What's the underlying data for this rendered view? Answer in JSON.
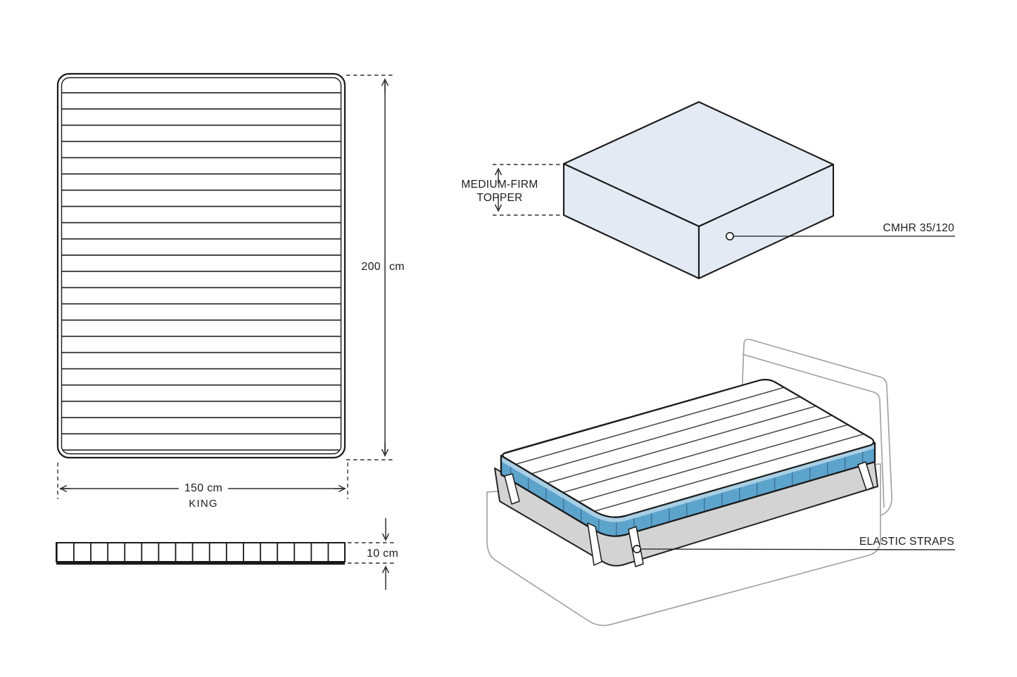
{
  "theme": {
    "line": "#1a1a1a",
    "dim": "#2f2f2f",
    "iso-fill": "#e3eaf4",
    "band-blue": "#5da4cd",
    "band-light": "#a9cfe4",
    "band-tick": "#2b5876",
    "mattress": "#d3d3d3",
    "frame": "#9e9e9e",
    "paper": "#ffffff"
  },
  "top_view": {
    "height_value": "200",
    "height_unit": "cm",
    "width_label": "150 cm",
    "size_label": "KING"
  },
  "side_view": {
    "thickness_label": "10 cm"
  },
  "iso_view": {
    "firmness_line1": "MEDIUM-FIRM",
    "firmness_line2": "TOPPER",
    "foam_callout": "CMHR 35/120"
  },
  "bed_view": {
    "strap_callout": "ELASTIC STRAPS"
  }
}
